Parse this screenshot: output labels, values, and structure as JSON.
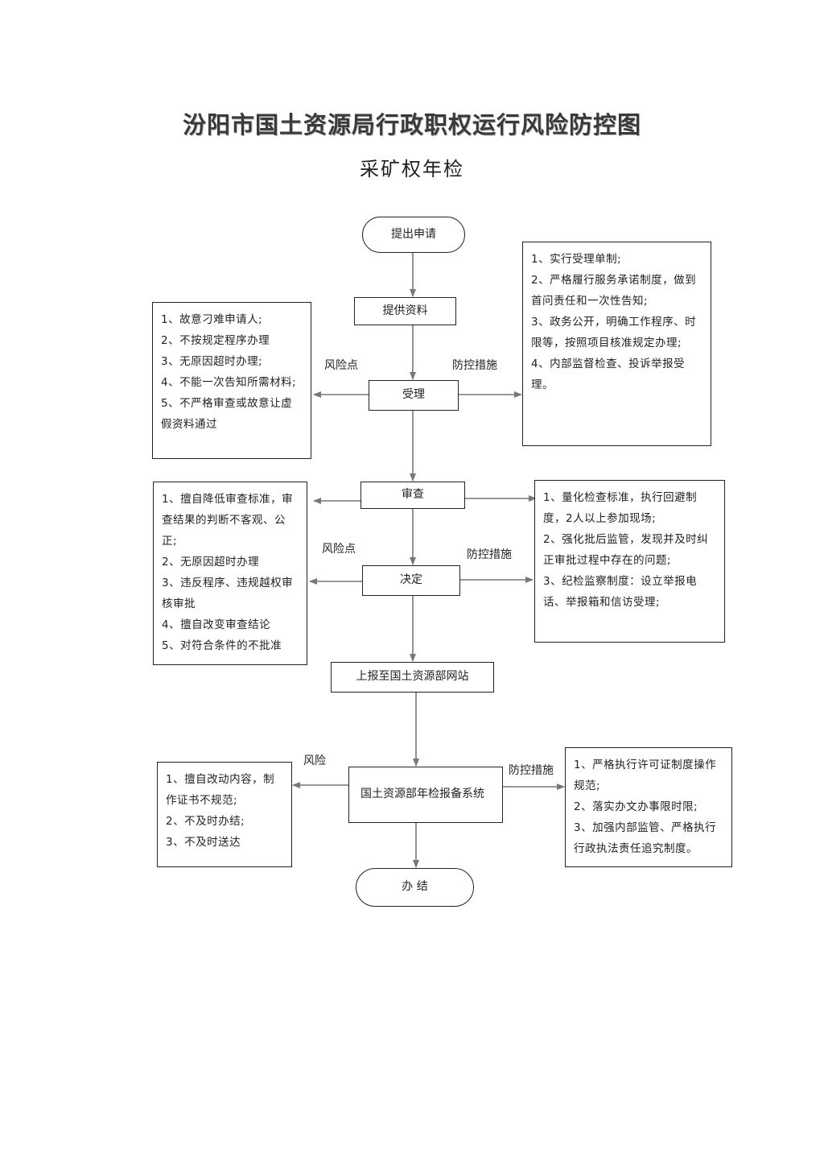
{
  "title": "汾阳市国土资源局行政职权运行风险防控图",
  "subtitle": "采矿权年检",
  "nodes": {
    "start": "提出申请",
    "provide": "提供资料",
    "accept": "受理",
    "review": "审查",
    "decide": "决定",
    "report": "上报至国土资源部网站",
    "system": "国土资源部年检报备系统",
    "end": "办 结"
  },
  "labels": {
    "risk_1": "风险点",
    "control_1": "防控措施",
    "risk_2": "风险点",
    "control_2": "防控措施",
    "risk_3": "风险",
    "control_3": "防控措施"
  },
  "risk_boxes": {
    "accept": [
      "1、故意刁难申请人;",
      "2、不按规定程序办理",
      "3、无原因超时办理;",
      "4、不能一次告知所需材料;",
      "5、不严格审查或故意让虚假资料通过"
    ],
    "review_decide": [
      "1、擅自降低审查标准，审查结果的判断不客观、公正;",
      "2、无原因超时办理",
      "3、违反程序、违规越权审核审批",
      "4、擅自改变审查结论",
      "5、对符合条件的不批准"
    ],
    "system": [
      "1、擅自改动内容，制作证书不规范;",
      "2、不及时办结;",
      "3、不及时送达"
    ]
  },
  "control_boxes": {
    "accept": [
      "1、实行受理单制;",
      "2、严格履行服务承诺制度，做到首问责任和一次性告知;",
      "3、政务公开，明确工作程序、时限等，按照项目核准规定办理;",
      "4、内部监督检查、投诉举报受理。"
    ],
    "review_decide": [
      "1、量化检查标准，执行回避制度，2人以上参加现场;",
      "2、强化批后监管，发现并及时纠正审批过程中存在的问题;",
      "3、纪检监察制度：设立举报电话、举报箱和信访受理;"
    ],
    "system": [
      "1、严格执行许可证制度操作规范;",
      "2、落实办文办事限时限;",
      "3、加强内部监管、严格执行行政执法责任追究制度。"
    ]
  },
  "colors": {
    "line": "#777777",
    "border": "#222222",
    "title_shadow": "#bbbbbb"
  }
}
